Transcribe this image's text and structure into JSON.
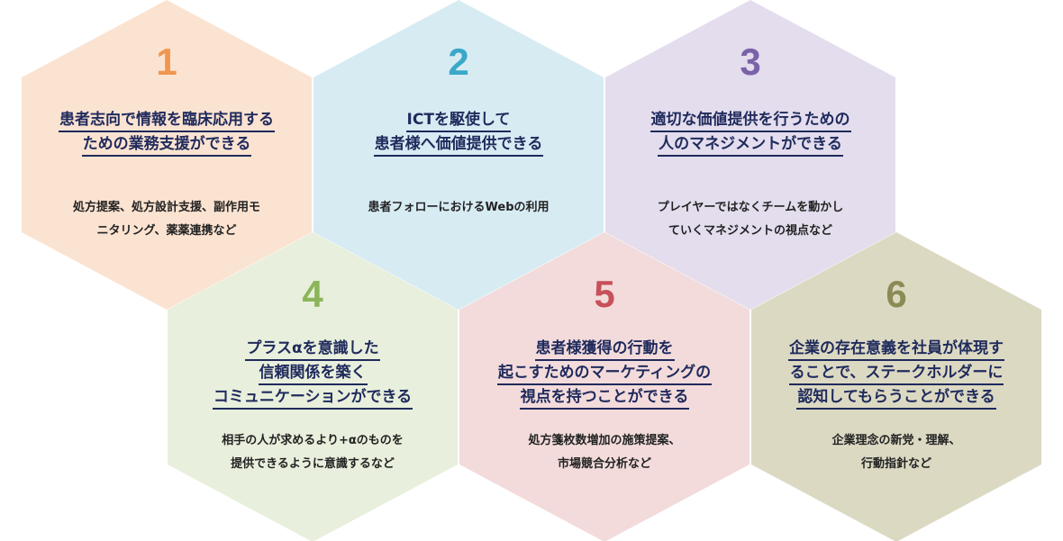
{
  "hexagons": [
    {
      "number": "1",
      "color": "#fbe3d1",
      "number_color": "#f0964e",
      "title_lines": [
        "患者志向で情報を臨床応用する",
        "ための業務支援ができる"
      ],
      "desc_lines": [
        "処方提案、処方設計支援、副作用モ",
        "ニタリング、薬薬連携など"
      ]
    },
    {
      "number": "2",
      "color": "#d7ebf3",
      "number_color": "#3aa8c8",
      "title_lines": [
        "ICTを駆使して",
        "患者様へ価値提供できる"
      ],
      "desc_lines": [
        "患者フォローにおけるWebの利用"
      ]
    },
    {
      "number": "3",
      "color": "#e3dded",
      "number_color": "#7a62a8",
      "title_lines": [
        "適切な価値提供を行うための",
        "人のマネジメントができる"
      ],
      "desc_lines": [
        "プレイヤーではなくチームを動かし",
        "ていくマネジメントの視点など"
      ]
    },
    {
      "number": "4",
      "color": "#e8efdc",
      "number_color": "#8cb55a",
      "title_lines": [
        "プラスαを意識した",
        "信頼関係を築く",
        "コミュニケーションができる"
      ],
      "desc_lines": [
        "相手の人が求めるより+αのものを",
        "提供できるように意識するなど"
      ]
    },
    {
      "number": "5",
      "color": "#f3dbdb",
      "number_color": "#c8505a",
      "title_lines": [
        "患者様獲得の行動を",
        "起こすためのマーケティングの",
        "視点を持つことができる"
      ],
      "desc_lines": [
        "処方箋枚数増加の施策提案、",
        "市場競合分析など"
      ]
    },
    {
      "number": "6",
      "color": "#dcd9c3",
      "number_color": "#8c8a55",
      "title_lines": [
        "企業の存在意義を社員が体現す",
        "ることで、ステークホルダーに",
        "認知してもらうことができる"
      ],
      "desc_lines": [
        "企業理念の新党・理解、",
        "行動指針など"
      ]
    }
  ]
}
